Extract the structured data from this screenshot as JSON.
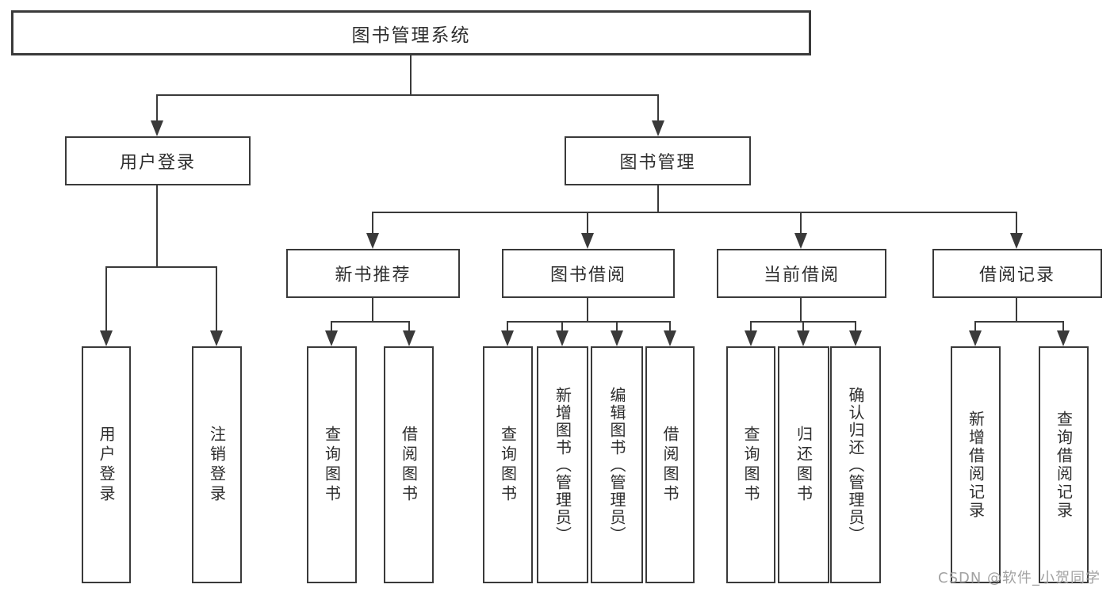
{
  "diagram": {
    "root": "图书管理系统",
    "level2": {
      "user_login": "用户登录",
      "book_management": "图书管理"
    },
    "level3": {
      "new_book_recommend": "新书推荐",
      "book_borrow": "图书借阅",
      "current_borrow": "当前借阅",
      "borrow_records": "借阅记录"
    },
    "leaves": {
      "user_login": "用户登录",
      "logout": "注销登录",
      "nb_query_books": "查询图书",
      "nb_borrow_books": "借阅图书",
      "bb_query_books": "查询图书",
      "bb_add_books": "新增图书（管理员）",
      "bb_edit_books": "编辑图书（管理员）",
      "bb_borrow_books": "借阅图书",
      "cb_query_books": "查询图书",
      "cb_return_books": "归还图书",
      "cb_confirm_return": "确认归还（管理员）",
      "rec_add_record": "新增借阅记录",
      "rec_query_record": "查询借阅记录"
    },
    "watermark": "CSDN @软件_小贺同学",
    "colors": {
      "line": "#3a3a3a",
      "text": "#2e2e2e",
      "background": "#ffffff",
      "watermark": "#a2a2a2"
    }
  }
}
